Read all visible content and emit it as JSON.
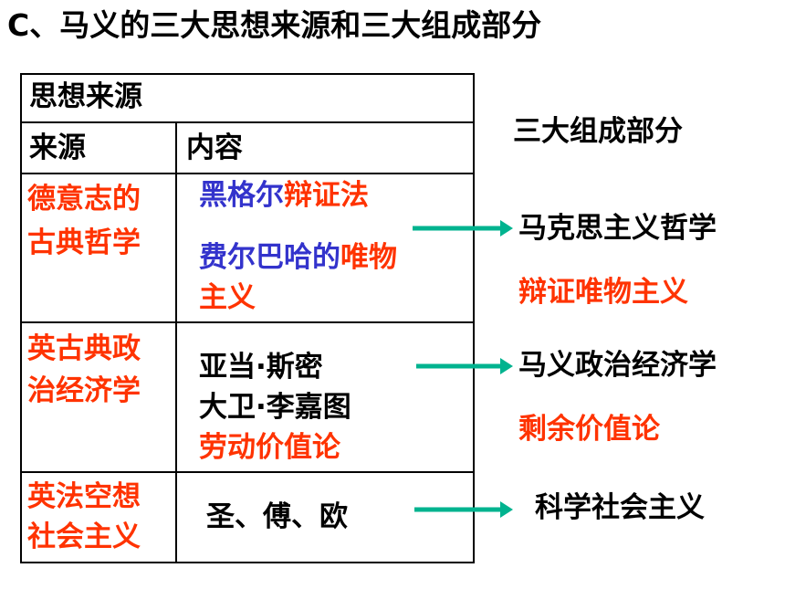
{
  "title": "C、马义的三大思想来源和三大组成部分",
  "table": {
    "header": "思想来源",
    "col_source": "来源",
    "col_content": "内容",
    "rows": [
      {
        "source_line1": "德意志的",
        "source_line2": "古典哲学",
        "content": {
          "hegel_name": "黑格尔",
          "hegel_term": "辩证法",
          "feuerbach_name": "费尔巴哈的",
          "feuerbach_term_a": "唯物",
          "feuerbach_term_b": "主义"
        }
      },
      {
        "source_line1": "英古典政",
        "source_line2": "治经济学",
        "content": {
          "line1": "亚当·斯密",
          "line2": "大卫·李嘉图",
          "term": "劳动价值论"
        }
      },
      {
        "source_line1": "英法空想",
        "source_line2": "社会主义",
        "content": {
          "line1": "圣、傅、欧"
        }
      }
    ]
  },
  "components": {
    "heading": "三大组成部分",
    "items": [
      {
        "name": "马克思主义哲学",
        "term": "辩证唯物主义"
      },
      {
        "name": "马义政治经济学",
        "term": "剩余价值论"
      },
      {
        "name": "科学社会主义"
      }
    ]
  },
  "colors": {
    "red": "#ff3300",
    "blue": "#3333cc",
    "arrow": "#00b38f"
  }
}
